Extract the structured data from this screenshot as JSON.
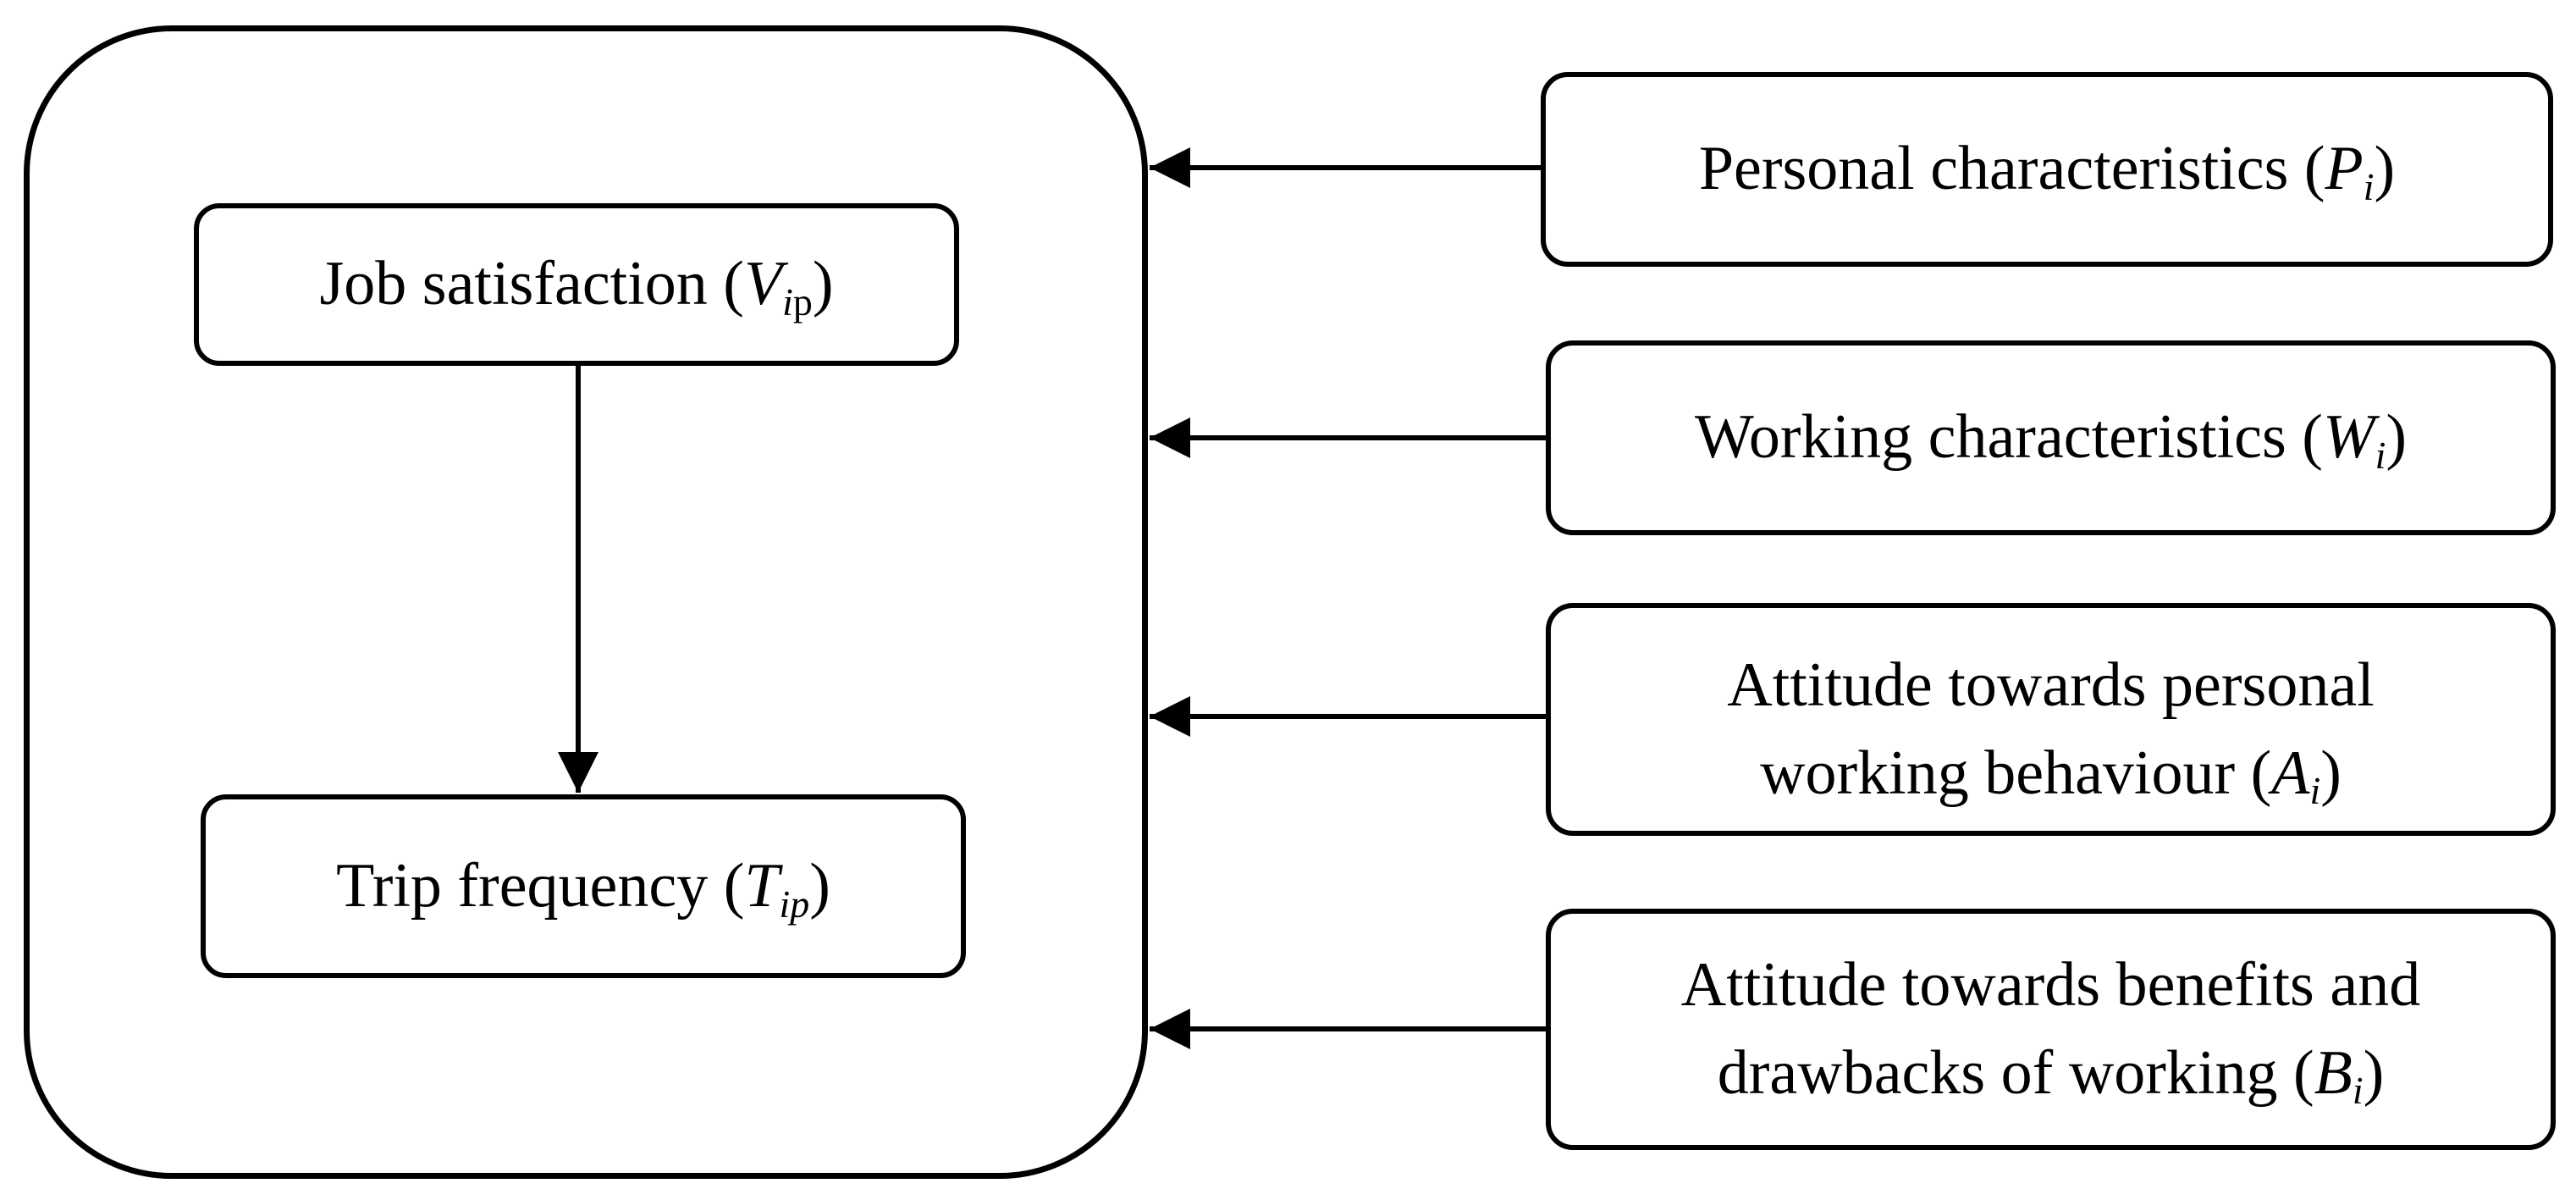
{
  "diagram": {
    "container": {
      "inner": [
        {
          "id": "job-satisfaction",
          "label": "Job satisfaction",
          "variable": {
            "symbol": "V",
            "subscript_italic": "i",
            "subscript_upright": "p"
          }
        },
        {
          "id": "trip-frequency",
          "label": "Trip frequency",
          "variable": {
            "symbol": "T",
            "subscript_italic": "ip",
            "subscript_upright": ""
          }
        }
      ]
    },
    "factors": [
      {
        "id": "personal-characteristics",
        "lines": [
          "Personal characteristics"
        ],
        "variable": {
          "symbol": "P",
          "subscript_italic": "i",
          "subscript_upright": ""
        }
      },
      {
        "id": "working-characteristics",
        "lines": [
          "Working characteristics"
        ],
        "variable": {
          "symbol": "W",
          "subscript_italic": "i",
          "subscript_upright": ""
        }
      },
      {
        "id": "attitude-personal-working-behaviour",
        "lines": [
          "Attitude towards personal",
          "working behaviour"
        ],
        "variable": {
          "symbol": "A",
          "subscript_italic": "i",
          "subscript_upright": ""
        }
      },
      {
        "id": "attitude-benefits-drawbacks",
        "lines": [
          "Attitude towards benefits and",
          "drawbacks of working"
        ],
        "variable": {
          "symbol": "B",
          "subscript_italic": "i",
          "subscript_upright": ""
        }
      }
    ],
    "relations": [
      {
        "from": "job-satisfaction",
        "to": "trip-frequency"
      },
      {
        "from": "personal-characteristics",
        "to": "container"
      },
      {
        "from": "working-characteristics",
        "to": "container"
      },
      {
        "from": "attitude-personal-working-behaviour",
        "to": "container"
      },
      {
        "from": "attitude-benefits-drawbacks",
        "to": "container"
      }
    ],
    "colors": {
      "stroke": "#000000",
      "background": "#ffffff"
    }
  }
}
